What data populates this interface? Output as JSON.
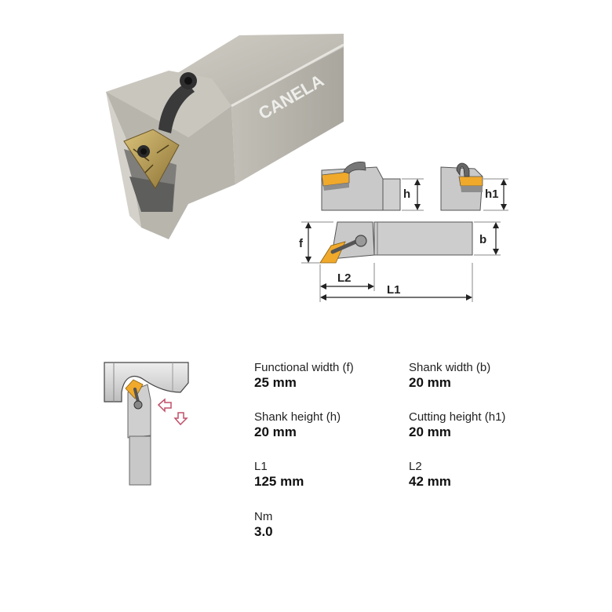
{
  "product_photo": {
    "brand_text": "CANELA",
    "colors": {
      "body": "#b9b6ad",
      "body_dark": "#9c9991",
      "body_light": "#d2cfc7",
      "insert": "#b89a52",
      "clamp": "#3a3a3a"
    }
  },
  "dimension_drawing": {
    "labels": {
      "h": "h",
      "h1": "h1",
      "f": "f",
      "b": "b",
      "L1": "L1",
      "L2": "L2"
    },
    "colors": {
      "insert": "#f0a92b",
      "holder": "#c8c8c8",
      "outline": "#444444"
    }
  },
  "application_icon": {
    "arrow_color": "#c0506a",
    "insert_color": "#f0a92b"
  },
  "specs": [
    {
      "label": "Functional width (f)",
      "value": "25 mm"
    },
    {
      "label": "Shank width (b)",
      "value": "20 mm"
    },
    {
      "label": "Shank height (h)",
      "value": "20 mm"
    },
    {
      "label": "Cutting height (h1)",
      "value": "20 mm"
    },
    {
      "label": "L1",
      "value": "125 mm"
    },
    {
      "label": "L2",
      "value": "42 mm"
    },
    {
      "label": "Nm",
      "value": "3.0"
    }
  ]
}
